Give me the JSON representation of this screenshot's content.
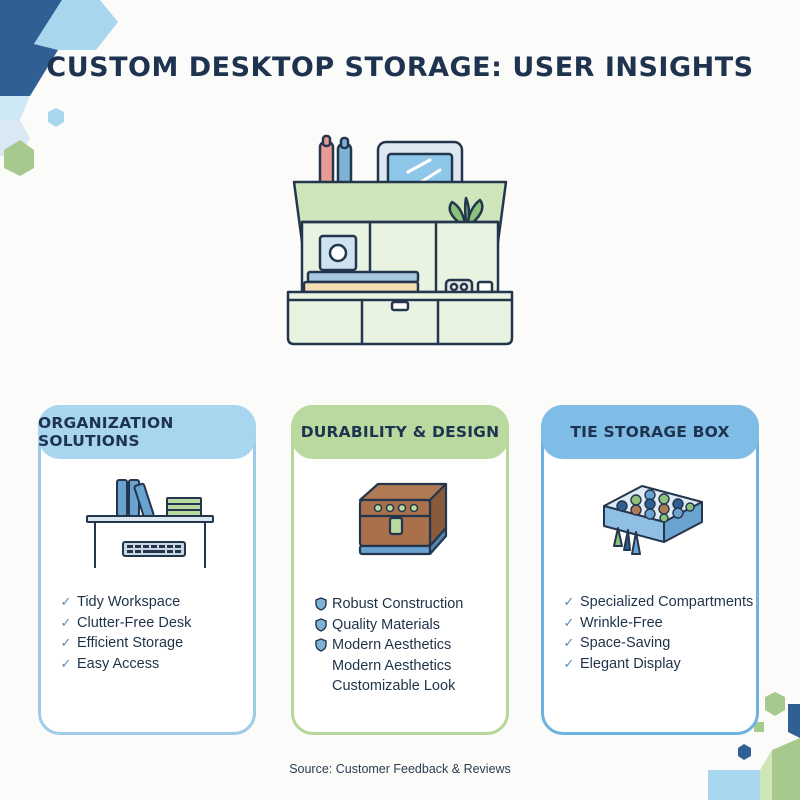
{
  "title": "CUSTOM DESKTOP STORAGE: USER INSIGHTS",
  "colors": {
    "navy": "#1e3350",
    "blue_accent": "#2f5f93",
    "light_blue": "#a8d6ef",
    "green_accent": "#a7c98d",
    "card1_border": "#9fcbe6",
    "card2_border": "#b8d59a",
    "card3_border": "#6eb2df"
  },
  "hero_icon": "desk-organizer-illustration",
  "cards": [
    {
      "heading": "ORGANIZATION SOLUTIONS",
      "icon": "desk-with-binders-icon",
      "items": [
        "Tidy Workspace",
        "Clutter-Free Desk",
        "Efficient Storage",
        "Easy Access"
      ]
    },
    {
      "heading": "DURABILITY & DESIGN",
      "icon": "leather-box-icon",
      "items": [
        "Robust Construction",
        "Quality Materials",
        "Modern Aesthetics",
        "Modern Aesthetics",
        "Customizable Look"
      ]
    },
    {
      "heading": "TIE STORAGE BOX",
      "icon": "tie-box-icon",
      "items": [
        "Specialized Compartments",
        "Wrinkle-Free",
        "Space-Saving",
        "Elegant Display"
      ]
    }
  ],
  "source": "Source: Customer Feedback & Reviews"
}
